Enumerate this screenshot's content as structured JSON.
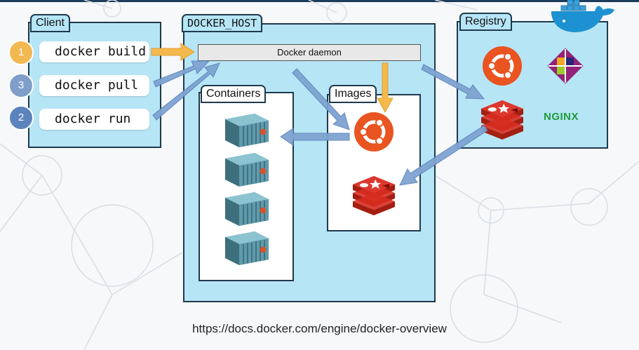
{
  "client": {
    "title": "Client",
    "commands": [
      {
        "badge": "1",
        "label": "docker build",
        "color": "#f2b851"
      },
      {
        "badge": "3",
        "label": "docker pull",
        "color": "#7f9fca"
      },
      {
        "badge": "2",
        "label": "docker run",
        "color": "#5b83bd"
      }
    ]
  },
  "host": {
    "title": "DOCKER_HOST",
    "daemon_label": "Docker daemon",
    "containers_title": "Containers",
    "images_title": "Images"
  },
  "registry": {
    "title": "Registry",
    "nginx_label": "NGINX"
  },
  "footer": {
    "url": "https://docs.docker.com/engine/docker-overview"
  },
  "colors": {
    "panel": "#b6e5f6",
    "border": "#1e3a4c",
    "arrow_blue": "#7fa3d1",
    "arrow_orange": "#f5b84d",
    "ubuntu": "#e95420",
    "redis": "#d82c20",
    "container": "#6fa8b7"
  }
}
